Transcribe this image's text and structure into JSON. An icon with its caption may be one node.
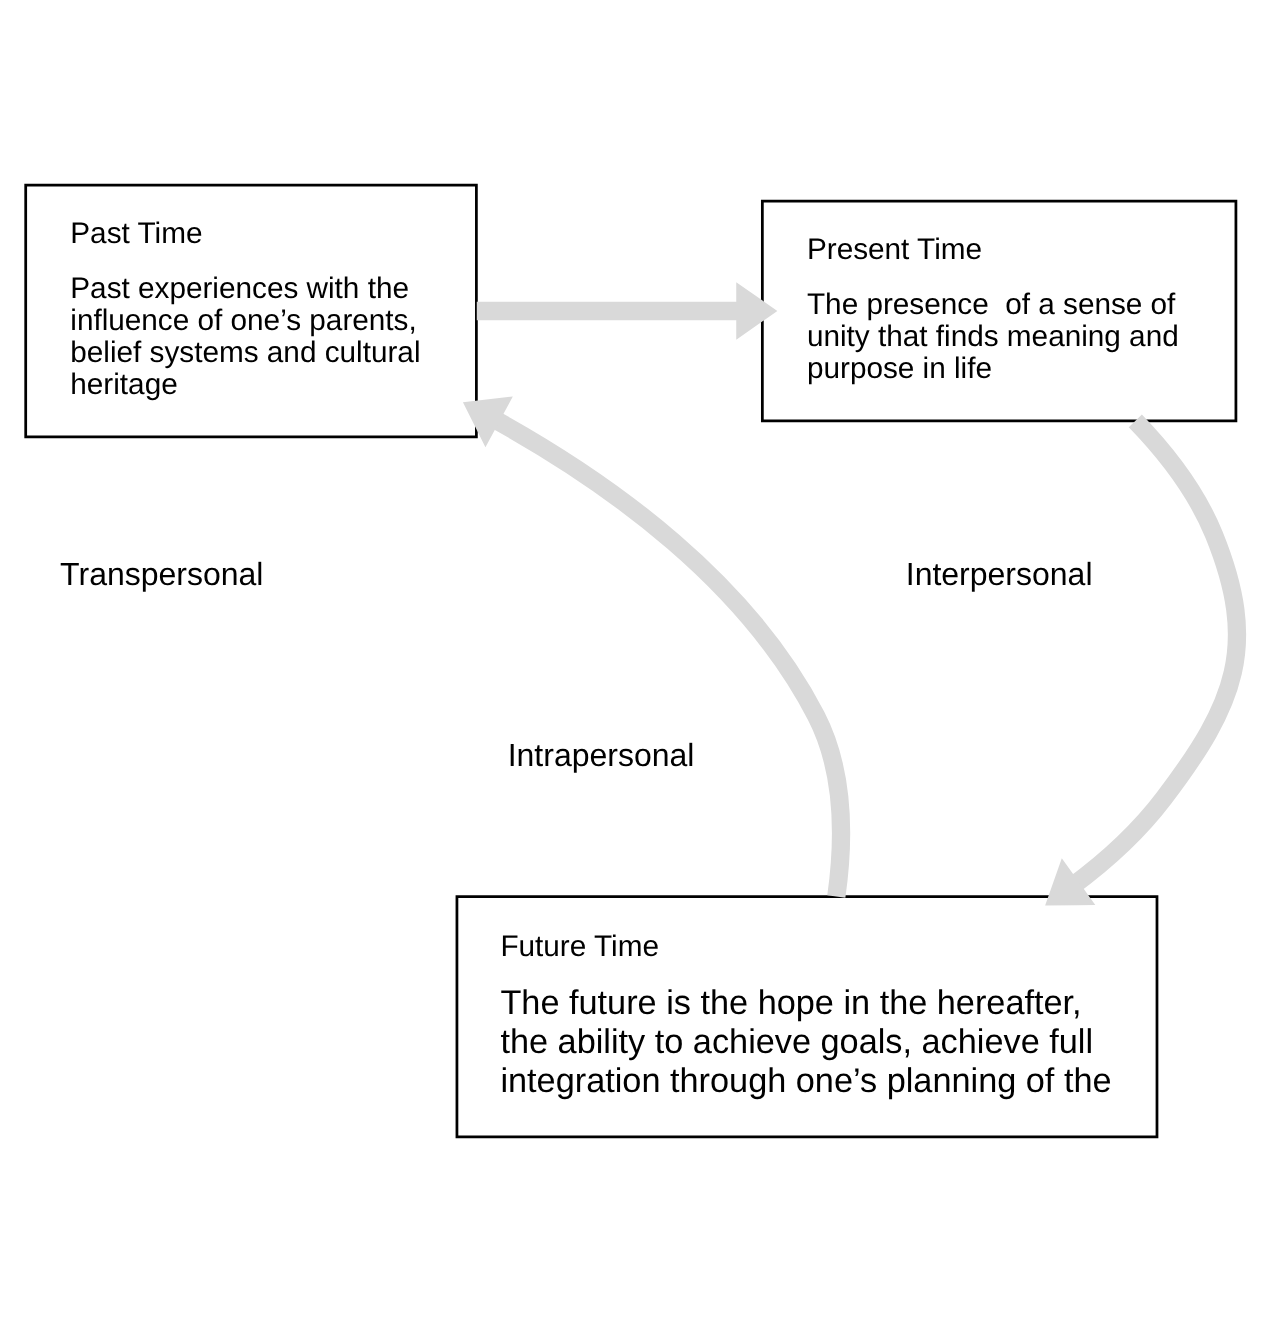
{
  "diagram": {
    "nodes": [
      {
        "text": [
          "Past Time",
          "Past experiences with the influence of one’s parents, belief systems and cultural heritage"
        ]
      },
      {
        "text": [
          "Present Time",
          "The presence  of a sense of unity that finds meaning and purpose in life"
        ]
      },
      {
        "text": [
          "Future Time",
          "The future is the hope in the hereafter, the ability to achieve goals, achieve full integration through one’s planning of the"
        ]
      }
    ],
    "edges": [
      {
        "from": 0,
        "to": 1,
        "arrow": "to"
      },
      {
        "from": 1,
        "to": 2,
        "arrow": "to"
      },
      {
        "from": 2,
        "to": 0,
        "arrow": "to"
      }
    ],
    "labels": [
      "Transpersonal",
      "Interpersonal",
      "Intrapersonal"
    ]
  }
}
